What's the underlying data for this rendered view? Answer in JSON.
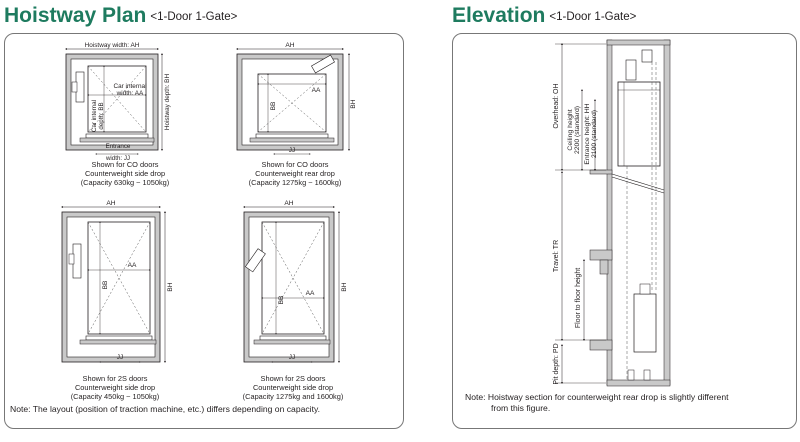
{
  "left": {
    "title": "Hoistway Plan",
    "subtitle": "<1-Door 1-Gate>",
    "plans": [
      {
        "lines": [
          "Shown for CO doors",
          "Counterweight side drop",
          "(Capacity 630kg ~ 1050kg)"
        ]
      },
      {
        "lines": [
          "Shown for CO doors",
          "Counterweight rear drop",
          "(Capacity 1275kg ~ 1600kg)"
        ]
      },
      {
        "lines": [
          "Shown for 2S doors",
          "Counterweight side drop",
          "(Capacity 450kg ~ 1050kg)"
        ]
      },
      {
        "lines": [
          "Shown for 2S doors",
          "Counterweight side drop",
          "(Capacity 1275kg and 1600kg)"
        ]
      }
    ],
    "labels": {
      "hoistway_width": "Hoistway width: AH",
      "hoistway_depth": "Hoistway depth: BH",
      "car_internal_width_1": "Car internal",
      "car_internal_width_2": "width: AA",
      "car_internal_depth_1": "Car internal",
      "car_internal_depth_2": "depth: BB",
      "entrance_1": "Entrance",
      "entrance_2": "width: JJ",
      "ah": "AH",
      "bh": "BH",
      "aa": "AA",
      "bb": "BB",
      "jj": "JJ"
    },
    "note": "Note: The layout (position of traction machine, etc.) differs depending on capacity."
  },
  "right": {
    "title": "Elevation",
    "subtitle": "<1-Door 1-Gate>",
    "labels": {
      "overhead": "Overhead: OH",
      "ceiling_1": "Ceiling height",
      "ceiling_2": "2200 (standard)",
      "entrance_h_1": "Entrance height: HH",
      "entrance_h_2": "2100 (standard)",
      "travel": "Travel: TR",
      "floor_to_floor": "Floor to floor height",
      "pit_depth": "Pit depth: PD"
    },
    "note_lines": [
      "Note: Hoistway section for counterweight rear drop is slightly different",
      "from this figure."
    ]
  },
  "colors": {
    "title": "#1e7b5f",
    "wall": "#c9c9c9",
    "line": "#231f20"
  }
}
